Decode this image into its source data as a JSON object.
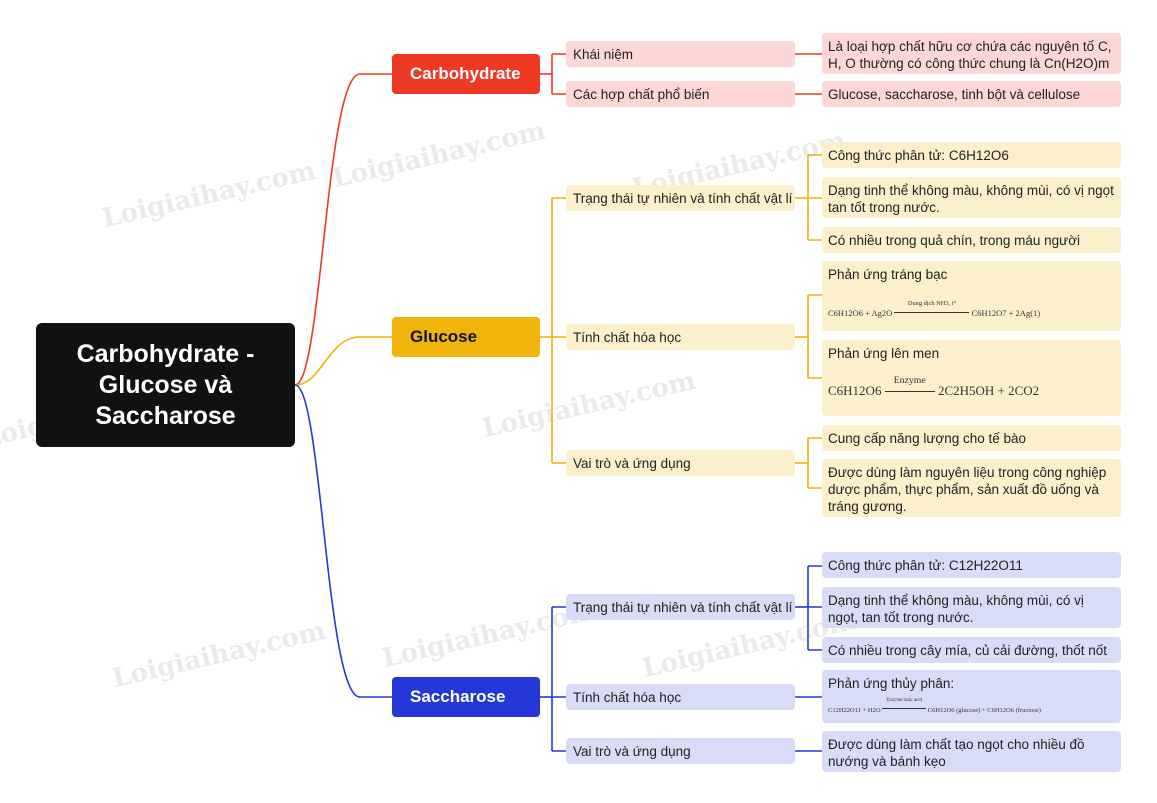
{
  "colors": {
    "carbohydrate": "#ee3a24",
    "glucose": "#f1b40b",
    "saccharose": "#2338d6"
  },
  "root": {
    "title": "Carbohydrate - Glucose và Saccharose"
  },
  "carbohydrate": {
    "label": "Carbohydrate",
    "khai_niem": {
      "label": "Khái niệm",
      "text": "Là loại hợp chất hữu cơ chứa các nguyên tố C, H, O thường có công thức chung là Cn(H2O)m"
    },
    "hop_chat": {
      "label": "Các hợp chất phổ biến",
      "text": "Glucose, saccharose, tinh bột và cellulose"
    }
  },
  "glucose": {
    "label": "Glucose",
    "trang_thai": {
      "label": "Trạng thái tự nhiên và tính chất vật lí",
      "items": [
        "Công thức phân tử: C6H12O6",
        "Dạng tinh thể không màu, không mùi, có vị ngọt tan tốt trong nước.",
        "Có nhiều trong quả chín, trong máu người"
      ]
    },
    "hoa_hoc": {
      "label": "Tính chất hóa học",
      "trang_bac": {
        "title": "Phản ứng tráng bạc",
        "reactants": "C6H12O6 + Ag2O",
        "condition": "Dung dịch NH3, t°",
        "products": "C6H12O7 + 2Ag(1)"
      },
      "len_men": {
        "title": "Phản ứng lên men",
        "reactants": "C6H12O6",
        "condition": "Enzyme",
        "products": "2C2H5OH + 2CO2"
      }
    },
    "vai_tro": {
      "label": "Vai trò và ứng dụng",
      "items": [
        "Cung cấp năng lượng cho tế bào",
        "Được dùng làm nguyên liệu trong công nghiệp dược phẩm, thực phẩm, sản xuất đồ uống và tráng gương."
      ]
    }
  },
  "saccharose": {
    "label": "Saccharose",
    "trang_thai": {
      "label": "Trạng thái tự nhiên và tính chất vật lí",
      "items": [
        "Công thức phân tử: C12H22O11",
        "Dạng tinh thể không màu, không mùi, có vị ngọt, tan tốt trong nước.",
        "Có nhiều trong cây mía, củ cải đường, thốt nốt"
      ]
    },
    "hoa_hoc": {
      "label": "Tính chất hóa học",
      "thuy_phan": {
        "title": "Phản ứng thủy phân:",
        "reactants": "C12H22O11 + H2O",
        "condition": "Enzyme hoặc acid",
        "products": "C6H12O6 (glucose) + C6H12O6 (fructose)"
      }
    },
    "vai_tro": {
      "label": "Vai trò và ứng dụng",
      "items": [
        "Được dùng làm chất tạo ngọt cho nhiều đồ nướng và bánh kẹo"
      ]
    }
  },
  "watermark": "Loigiaihay.com"
}
